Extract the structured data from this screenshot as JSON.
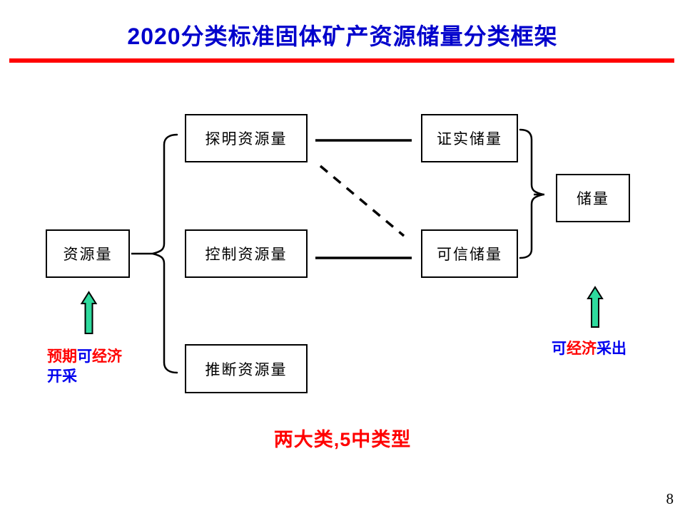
{
  "slide": {
    "title": "2020分类标准固体矿产资源储量分类框架",
    "page_number": "8"
  },
  "palette": {
    "title_blue": "#0000CC",
    "accent_red": "#FF0000",
    "note_blue": "#0000EE",
    "arrow_teal": "#2EDA9D",
    "line_black": "#000000"
  },
  "diagram": {
    "boxes": [
      {
        "id": "resources",
        "label": "资源量"
      },
      {
        "id": "measured",
        "label": "探明资源量"
      },
      {
        "id": "indicated",
        "label": "控制资源量"
      },
      {
        "id": "inferred",
        "label": "推断资源量"
      },
      {
        "id": "proved",
        "label": "证实储量"
      },
      {
        "id": "probable",
        "label": "可信储量"
      },
      {
        "id": "reserves",
        "label": "储量"
      }
    ],
    "connections": [
      {
        "from": "resources",
        "to": "measured,indicated,inferred",
        "style": "curly-brace"
      },
      {
        "from": "measured",
        "to": "proved",
        "style": "solid"
      },
      {
        "from": "indicated",
        "to": "probable",
        "style": "solid"
      },
      {
        "from": "measured",
        "to": "probable",
        "style": "dashed"
      },
      {
        "from": "proved,probable",
        "to": "reserves",
        "style": "curly-brace"
      }
    ],
    "arrows": [
      {
        "id": "left-up-arrow",
        "direction": "up"
      },
      {
        "id": "right-up-arrow",
        "direction": "up"
      }
    ]
  },
  "annotations": {
    "left_note": {
      "line1": [
        {
          "text": "预期",
          "color": "#FF0000"
        },
        {
          "text": "可",
          "color": "#0000EE"
        },
        {
          "text": "经济",
          "color": "#FF0000"
        }
      ],
      "line2": [
        {
          "text": "开采",
          "color": "#0000EE"
        }
      ]
    },
    "right_note": [
      {
        "text": "可",
        "color": "#0000EE"
      },
      {
        "text": "经济",
        "color": "#FF0000"
      },
      {
        "text": "采出",
        "color": "#0000EE"
      }
    ],
    "bottom_caption": "两大类,5中类型"
  }
}
